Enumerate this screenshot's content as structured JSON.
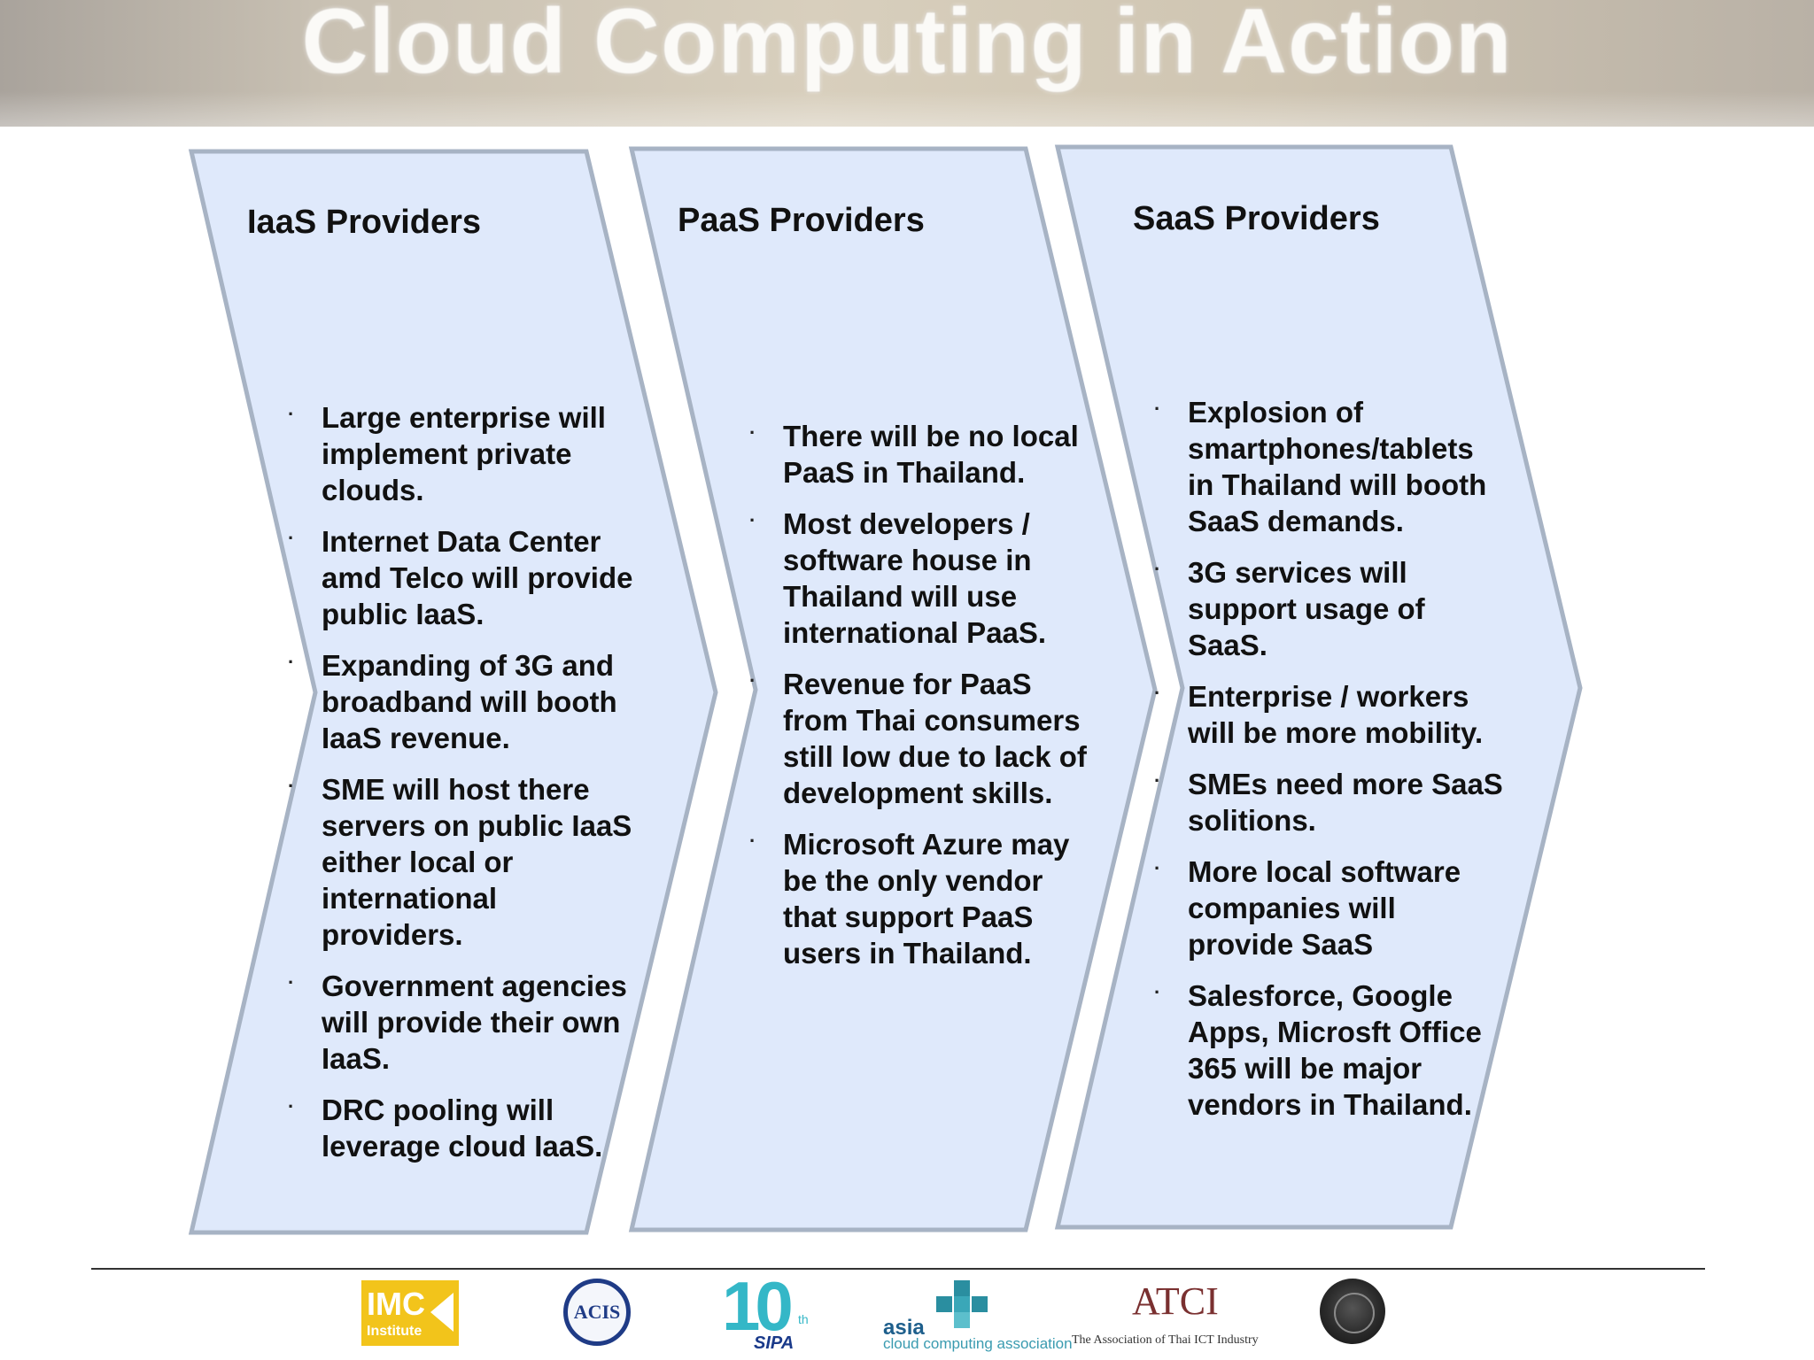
{
  "header": {
    "title": "Cloud Computing in Action"
  },
  "columns": [
    {
      "title": "IaaS Providers",
      "bullets": [
        "Large enterprise will implement private clouds.",
        "Internet Data Center amd Telco will provide public IaaS.",
        "Expanding of 3G and broadband will booth IaaS revenue.",
        "SME will host there servers on public IaaS either local or international providers.",
        "Government agencies will provide their own IaaS.",
        "DRC pooling will leverage cloud IaaS."
      ]
    },
    {
      "title": "PaaS Providers",
      "bullets": [
        "There will be no local PaaS in Thailand.",
        "Most developers / software house in Thailand will use international PaaS.",
        "Revenue for PaaS from Thai consumers still low due to lack of development skills.",
        "Microsoft Azure may be the only vendor that support PaaS users in Thailand."
      ]
    },
    {
      "title": "SaaS Providers",
      "bullets": [
        "Explosion of smartphones/tablets in Thailand will booth SaaS demands.",
        "3G services will support usage of SaaS.",
        "Enterprise / workers will be more mobility.",
        "SMEs need more SaaS solitions.",
        "More local software companies will provide SaaS",
        "Salesforce, Google Apps, Microsft Office 365 will be major vendors in Thailand."
      ]
    }
  ],
  "bullet_glyph": "·",
  "colors": {
    "chevron_fill": "#dfe9fb",
    "chevron_stroke": "#a7b3c4"
  },
  "footer": {
    "logos": [
      {
        "name": "imc-institute-logo",
        "main": "IMC",
        "sub": "Institute"
      },
      {
        "name": "acis-logo",
        "main": "ACIS"
      },
      {
        "name": "sipa-logo",
        "main": "10",
        "sup": "th",
        "sub": "SIPA"
      },
      {
        "name": "asia-cloud-logo",
        "main": "asia",
        "sub": "cloud computing association"
      },
      {
        "name": "atci-logo",
        "main": "ATCI",
        "sub": "The Association of Thai ICT Industry"
      },
      {
        "name": "council-logo"
      }
    ]
  }
}
